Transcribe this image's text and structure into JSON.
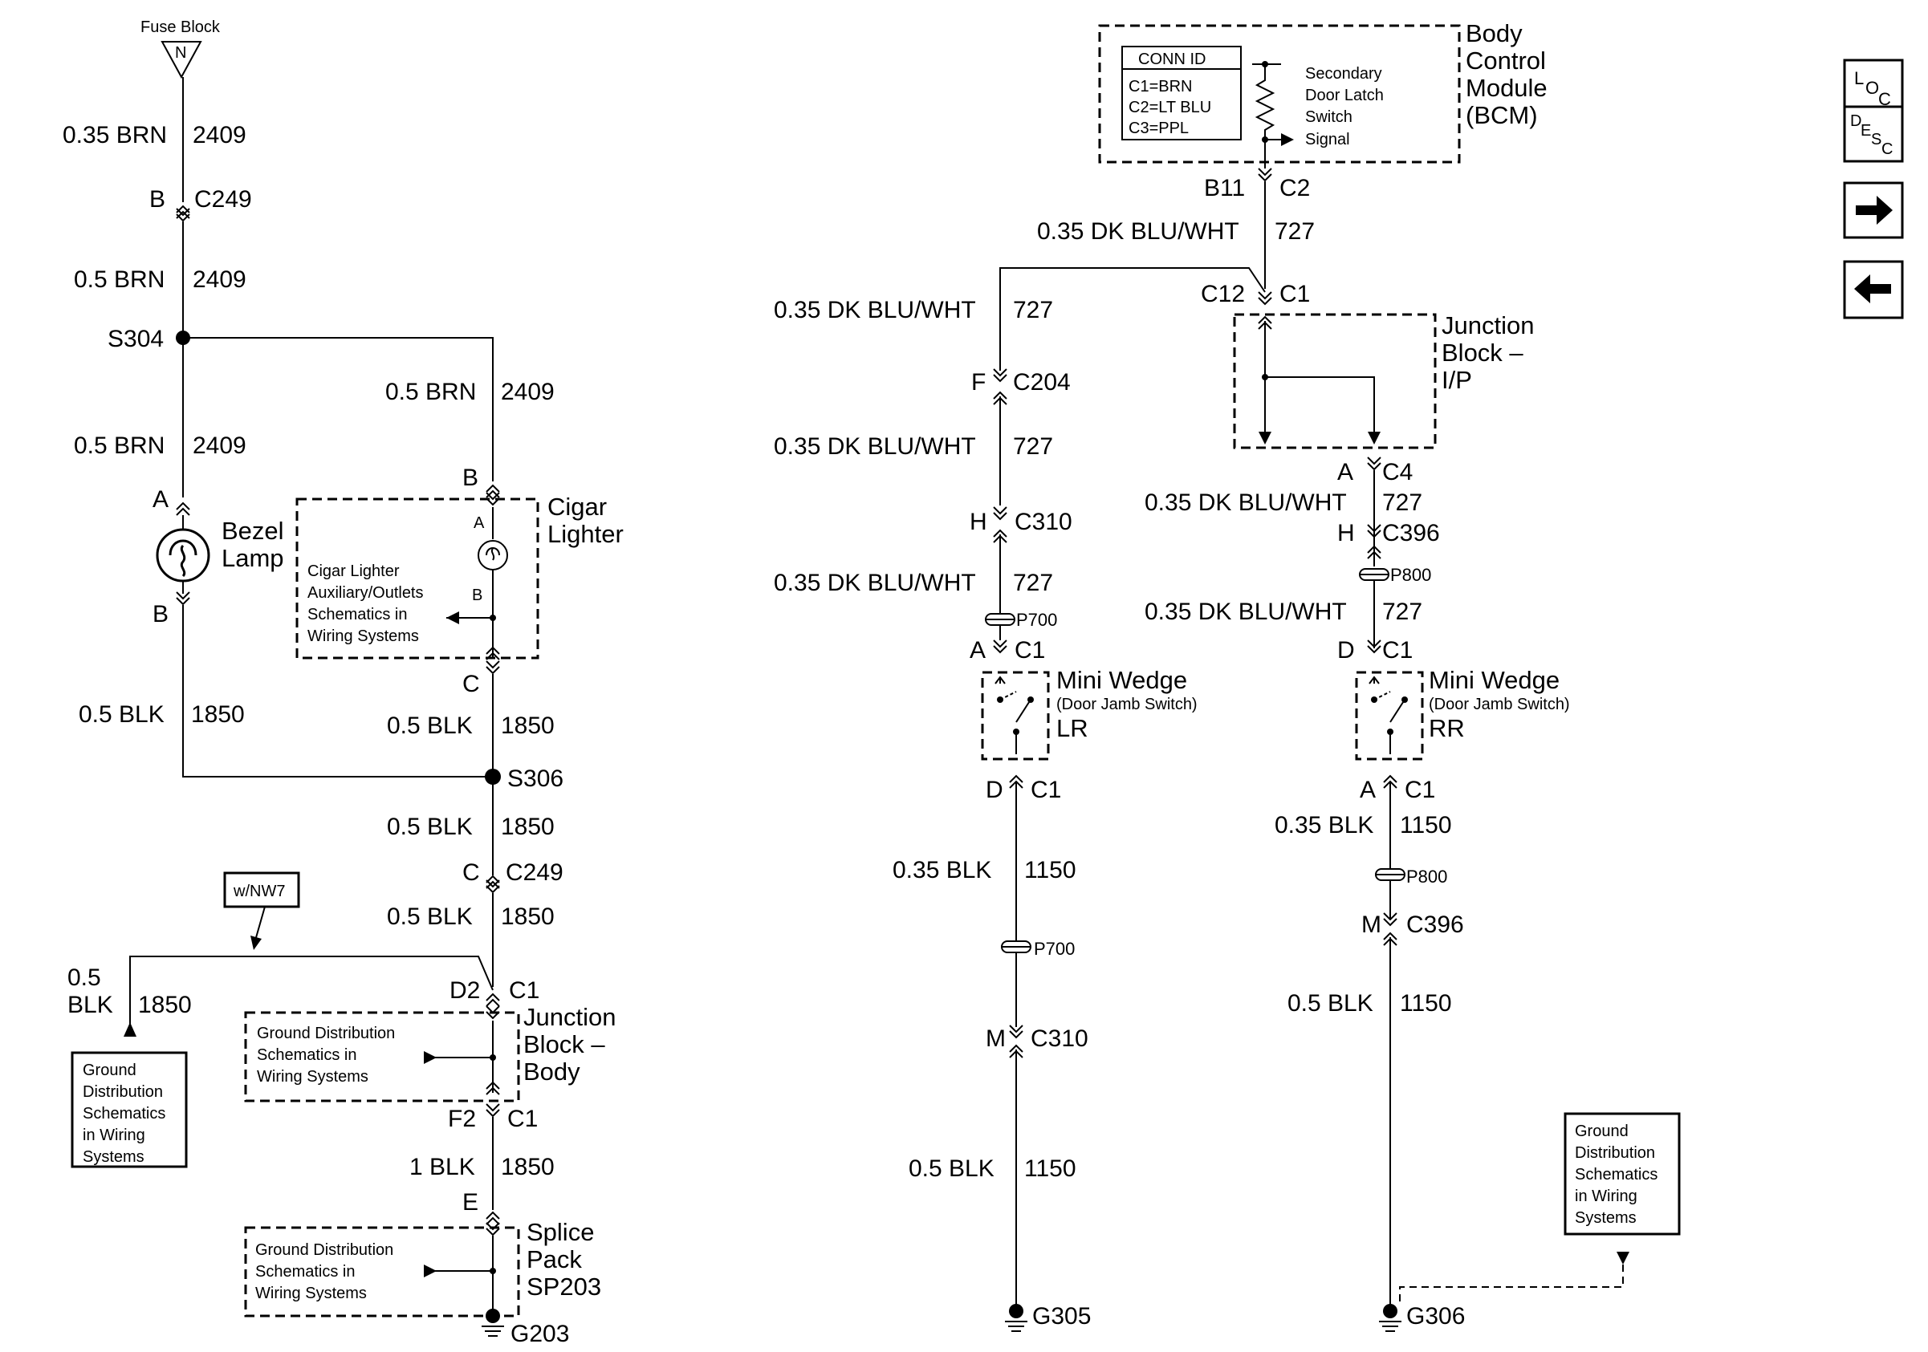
{
  "nav": {
    "loc": {
      "L": "L",
      "O": "O",
      "C": "C"
    },
    "desc": {
      "D": "D",
      "E": "E",
      "S": "S",
      "C": "C"
    }
  },
  "left": {
    "fuse_block": "Fuse Block",
    "fuse_letter": "N",
    "w1_gauge": "0.35 BRN",
    "w1_circuit": "2409",
    "c249_pin_top": "B",
    "c249_top": "C249",
    "w2_gauge": "0.5 BRN",
    "w2_circuit": "2409",
    "splice_s304": "S304",
    "w3_gauge": "0.5 BRN",
    "w3_circuit": "2409",
    "w4_gauge": "0.5 BRN",
    "w4_circuit": "2409",
    "bezel_pin_a": "A",
    "bezel_pin_b": "B",
    "bezel_label_1": "Bezel",
    "bezel_label_2": "Lamp",
    "cig_pin_b": "B",
    "cig_inner_a": "A",
    "cig_inner_b": "B",
    "cig_label_1": "Cigar",
    "cig_label_2": "Lighter",
    "cig_ref_1": "Cigar Lighter",
    "cig_ref_2": "Auxiliary/Outlets",
    "cig_ref_3": "Schematics in",
    "cig_ref_4": "Wiring Systems",
    "cig_pin_c": "C",
    "w5_gauge": "0.5 BLK",
    "w5_circuit": "1850",
    "w6_gauge": "0.5 BLK",
    "w6_circuit": "1850",
    "splice_s306": "S306",
    "w7_gauge": "0.5 BLK",
    "w7_circuit": "1850",
    "c249_pin_bot": "C",
    "c249_bot": "C249",
    "w8_gauge": "0.5 BLK",
    "w8_circuit": "1850",
    "option_nw7": "w/NW7",
    "w9_gauge_1": "0.5",
    "w9_gauge_2": "BLK",
    "w9_circuit": "1850",
    "ground_ref_1": "Ground",
    "ground_ref_2": "Distribution",
    "ground_ref_3": "Schematics",
    "ground_ref_4": "in Wiring",
    "ground_ref_5": "Systems",
    "jb_body_pin_d2": "D2",
    "jb_body_c1_top": "C1",
    "jb_body_label_1": "Junction",
    "jb_body_label_2": "Block –",
    "jb_body_label_3": "Body",
    "jb_body_ref_1": "Ground Distribution",
    "jb_body_ref_2": "Schematics in",
    "jb_body_ref_3": "Wiring Systems",
    "jb_body_pin_f2": "F2",
    "jb_body_c1_bot": "C1",
    "w10_gauge": "1 BLK",
    "w10_circuit": "1850",
    "sp_pin_e": "E",
    "sp_label_1": "Splice",
    "sp_label_2": "Pack",
    "sp_label_3": "SP203",
    "sp_ref_1": "Ground Distribution",
    "sp_ref_2": "Schematics in",
    "sp_ref_3": "Wiring Systems",
    "ground_g203": "G203"
  },
  "right": {
    "bcm_label_1": "Body",
    "bcm_label_2": "Control",
    "bcm_label_3": "Module",
    "bcm_label_4": "(BCM)",
    "conn_id_title": "CONN ID",
    "conn_c1": "C1=BRN",
    "conn_c2": "C2=LT BLU",
    "conn_c3": "C3=PPL",
    "bcm_sig_1": "Secondary",
    "bcm_sig_2": "Door Latch",
    "bcm_sig_3": "Switch",
    "bcm_sig_4": "Signal",
    "bcm_pin": "B11",
    "bcm_conn": "C2",
    "w1_gauge": "0.35 DK BLU/WHT",
    "w1_circuit": "727",
    "jb_ip_pin_c12": "C12",
    "jb_ip_conn_c1": "C1",
    "jb_ip_label_1": "Junction",
    "jb_ip_label_2": "Block –",
    "jb_ip_label_3": "I/P",
    "lr_w1_gauge": "0.35 DK BLU/WHT",
    "lr_w1_circuit": "727",
    "c204_pin": "F",
    "c204": "C204",
    "lr_w2_gauge": "0.35 DK BLU/WHT",
    "lr_w2_circuit": "727",
    "c310_pin_top": "H",
    "c310_top": "C310",
    "lr_w3_gauge": "0.35 DK BLU/WHT",
    "lr_w3_circuit": "727",
    "p700_top": "P700",
    "lr_sw_pin_a": "A",
    "lr_sw_c1_top": "C1",
    "lr_sw_label_1": "Mini Wedge",
    "lr_sw_label_2": "(Door Jamb Switch)",
    "lr_sw_label_3": "LR",
    "lr_sw_pin_d": "D",
    "lr_sw_c1_bot": "C1",
    "lr_w4_gauge": "0.35 BLK",
    "lr_w4_circuit": "1150",
    "p700_bot": "P700",
    "c310_pin_bot": "M",
    "c310_bot": "C310",
    "lr_w5_gauge": "0.5 BLK",
    "lr_w5_circuit": "1150",
    "ground_g305": "G305",
    "rr_c4_pin": "A",
    "rr_c4": "C4",
    "rr_w1_gauge": "0.35 DK BLU/WHT",
    "rr_w1_circuit": "727",
    "c396_pin_top": "H",
    "c396_top": "C396",
    "p800_top": "P800",
    "rr_w2_gauge": "0.35 DK BLU/WHT",
    "rr_w2_circuit": "727",
    "rr_sw_pin_d": "D",
    "rr_sw_c1_top": "C1",
    "rr_sw_label_1": "Mini Wedge",
    "rr_sw_label_2": "(Door Jamb Switch)",
    "rr_sw_label_3": "RR",
    "rr_sw_pin_a": "A",
    "rr_sw_c1_bot": "C1",
    "rr_w3_gauge": "0.35 BLK",
    "rr_w3_circuit": "1150",
    "p800_bot": "P800",
    "c396_pin_bot": "M",
    "c396_bot": "C396",
    "rr_w4_gauge": "0.5 BLK",
    "rr_w4_circuit": "1150",
    "ground_ref_1": "Ground",
    "ground_ref_2": "Distribution",
    "ground_ref_3": "Schematics",
    "ground_ref_4": "in Wiring",
    "ground_ref_5": "Systems",
    "ground_g306": "G306"
  }
}
